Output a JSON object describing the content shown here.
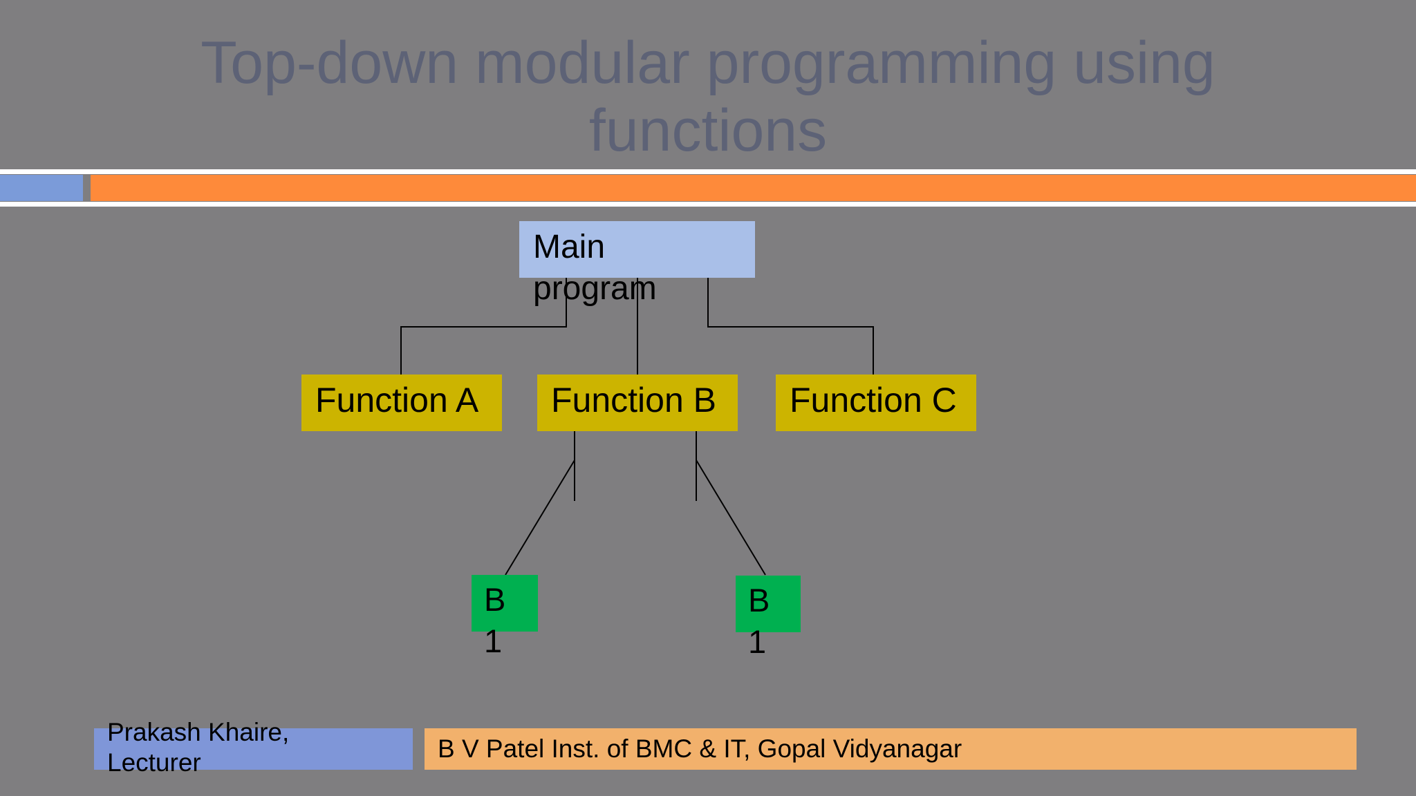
{
  "slide": {
    "title": "Top-down modular programming using functions",
    "diagram": {
      "root": "Main program",
      "functions": [
        "Function A",
        "Function B",
        "Function C"
      ],
      "subfunctions": [
        "B 1",
        "B 1"
      ]
    },
    "footer": {
      "author": "Prakash Khaire, Lecturer",
      "institute": "B V Patel Inst. of BMC & IT, Gopal Vidyanagar"
    },
    "colors": {
      "background": "#7f7e80",
      "accent_blue": "#7b9bd9",
      "accent_orange": "#fe8a3a",
      "root_box": "#a9bfe8",
      "function_box": "#ccb400",
      "sub_box": "#00b050",
      "footer_blue": "#7f96d8",
      "footer_orange": "#f2b16c"
    }
  }
}
